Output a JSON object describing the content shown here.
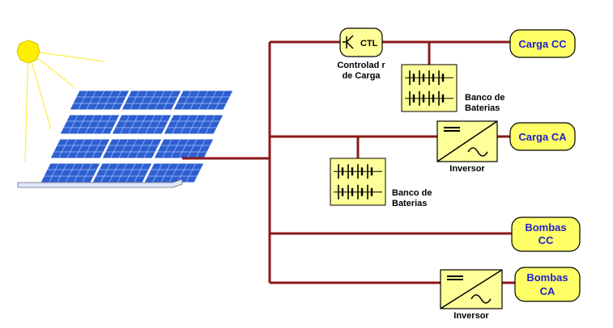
{
  "controller": {
    "badge": "CTL",
    "label_line1": "Controlad r",
    "label_line2": "de Carga"
  },
  "battery_bank_1": {
    "label_line1": "Banco de",
    "label_line2": "Baterias"
  },
  "battery_bank_2": {
    "label_line1": "Banco de",
    "label_line2": "Baterias"
  },
  "inverter_1": {
    "label": "Inversor"
  },
  "inverter_2": {
    "label": "Inversor"
  },
  "loads": {
    "carga_cc": {
      "line1": "Carga CC"
    },
    "carga_ca": {
      "line1": "Carga CA"
    },
    "bombas_cc": {
      "line1": "Bombas",
      "line2": "CC"
    },
    "bombas_ca": {
      "line1": "Bombas",
      "line2": "CA"
    }
  },
  "colors": {
    "wire": "#8b1a1a",
    "component_fill": "#ffff99",
    "load_fill": "#ffff66",
    "load_text": "#1f1fd0",
    "sun": "#ffee00",
    "panel": "#2d5fd0"
  }
}
